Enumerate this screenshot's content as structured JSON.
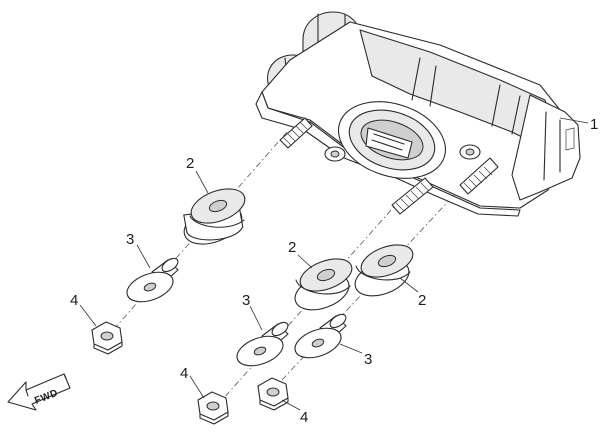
{
  "diagram": {
    "callouts": {
      "housing": "1",
      "grommet_upper": "2",
      "grommet_mid": "2",
      "grommet_right": "2",
      "collar_left": "3",
      "collar_mid": "3",
      "collar_right": "3",
      "nut_left": "4",
      "nut_mid_left": "4",
      "nut_mid_right": "4"
    },
    "direction_arrow": {
      "label": "FWD"
    }
  }
}
